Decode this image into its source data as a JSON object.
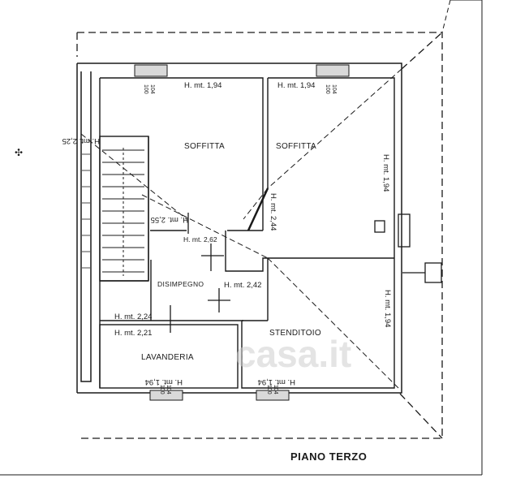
{
  "plan_title": "PIANO TERZO",
  "rooms": {
    "soffitta_left": "SOFFITTA",
    "soffitta_right": "SOFFITTA",
    "disimpegno": "DISIMPEGNO",
    "lavanderia": "LAVANDERIA",
    "stenditoio": "STENDITOIO"
  },
  "heights": {
    "soffitta_left_top": "H. mt. 1,94",
    "soffitta_right_top": "H. mt. 1,94",
    "stair": "H. mt. 2,25",
    "center_a": "H. mt. 2,55",
    "center_b": "H. mt. 2,62",
    "center_diag": "H. mt. 2,44",
    "disimpegno": "H. mt. 2,42",
    "right_upper": "H. mt. 1,94",
    "right_lower": "H. mt. 1,94",
    "hall": "H. mt. 2,24",
    "lavanderia_top": "H. mt. 2,21",
    "lavanderia_bottom": "H. mt. 1,94",
    "stenditoio_bottom": "H. mt. 1,94"
  },
  "windows": {
    "top_left": [
      "100",
      "104"
    ],
    "top_right": [
      "100",
      "104"
    ],
    "bottom_left": [
      "100",
      "104"
    ],
    "bottom_right": [
      "100",
      "104"
    ]
  },
  "watermark": "casa.it",
  "colors": {
    "line": "#1a1a1a",
    "window_fill": "#d9d9d9",
    "watermark": "#cfcfcf"
  }
}
